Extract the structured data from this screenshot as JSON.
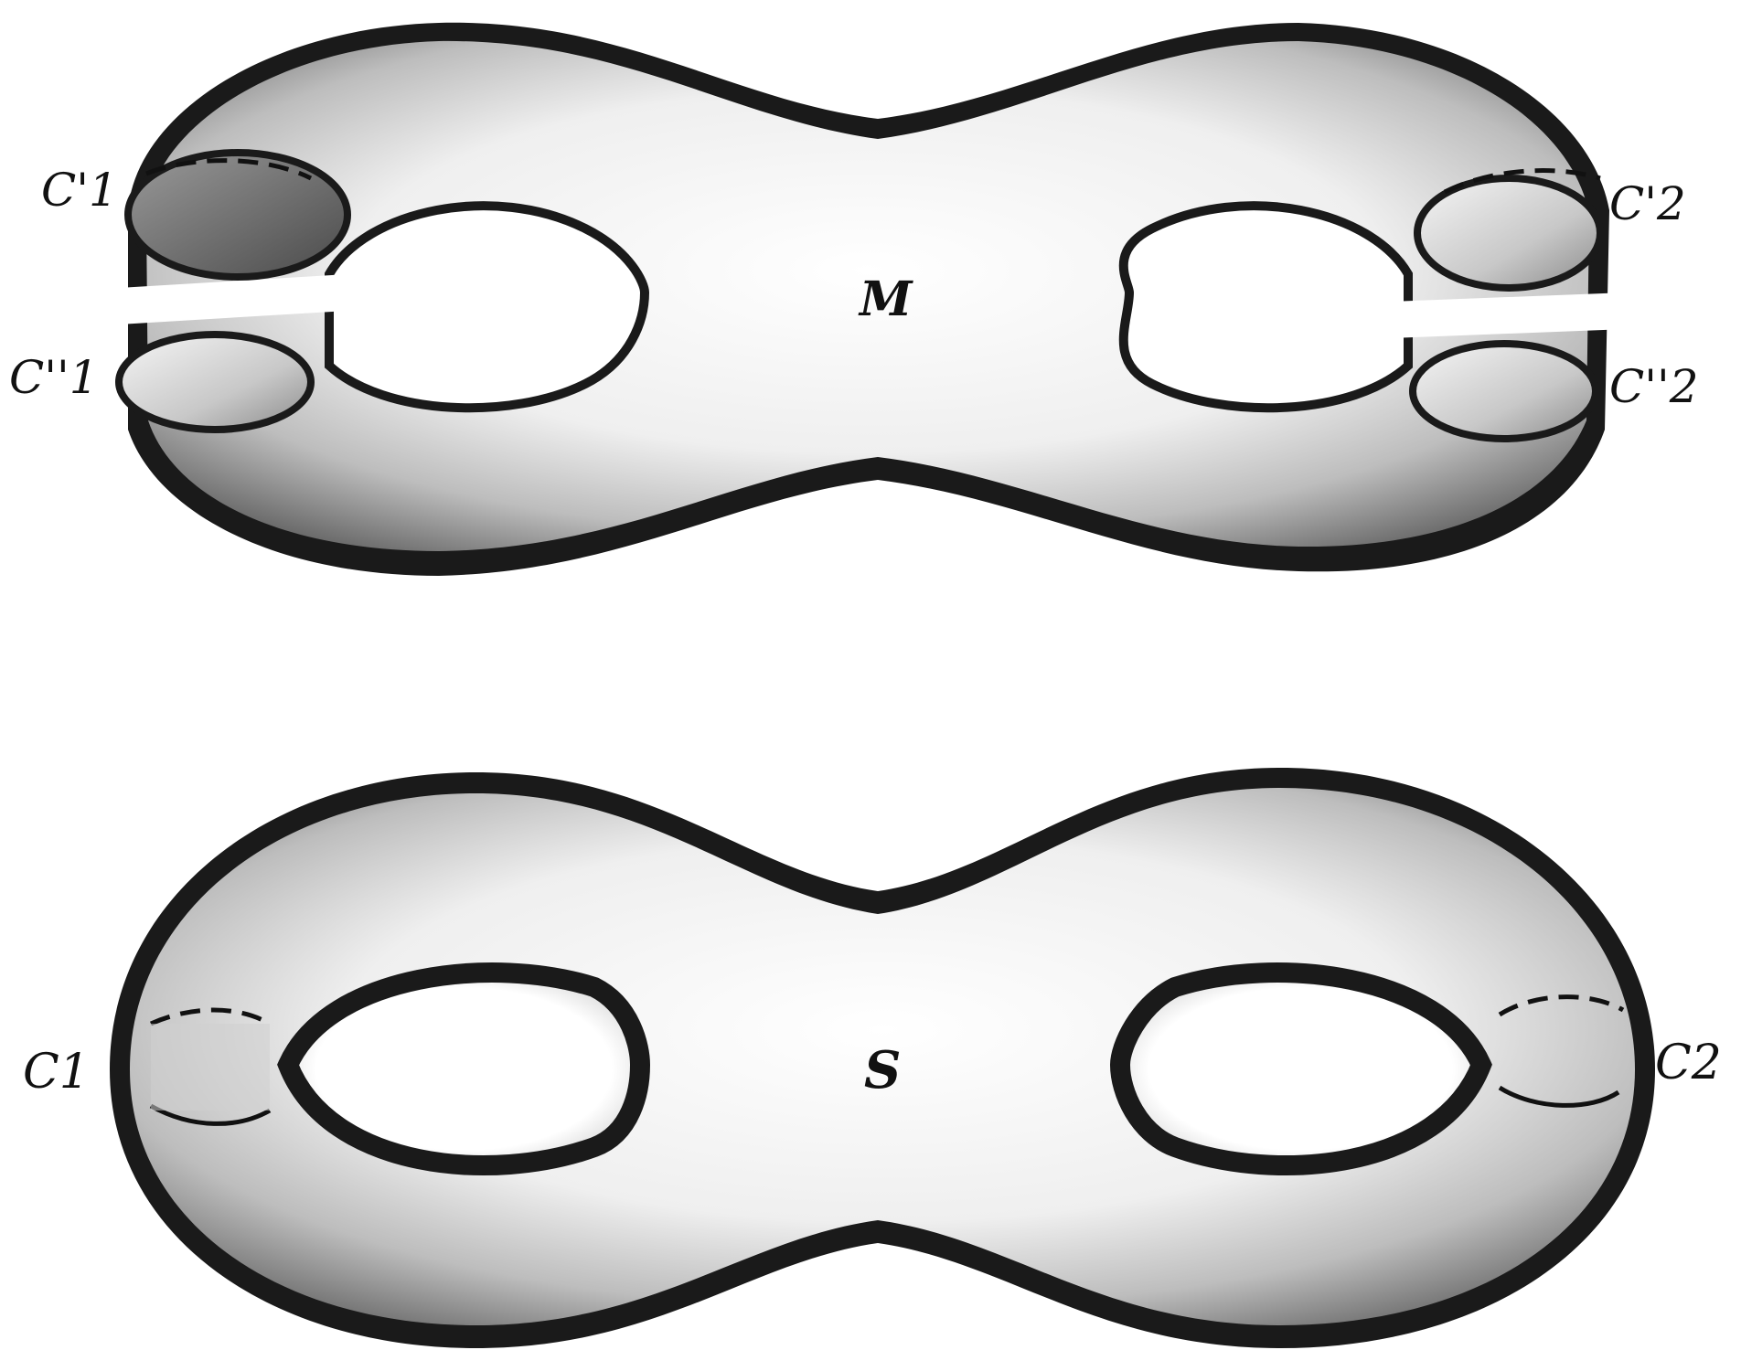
{
  "surfaces": {
    "M": {
      "label": "M",
      "curves": {
        "c1_prime": "C'1",
        "c1_double_prime": "C''1",
        "c2_prime": "C'2",
        "c2_double_prime": "C''2"
      }
    },
    "S": {
      "label": "S",
      "curves": {
        "c1": "C1",
        "c2": "C2"
      }
    }
  },
  "colors": {
    "ink": "#111111",
    "surface_light": "#f4f4f4",
    "surface_mid": "#b8b8b8",
    "surface_dark": "#1a1a1a"
  }
}
